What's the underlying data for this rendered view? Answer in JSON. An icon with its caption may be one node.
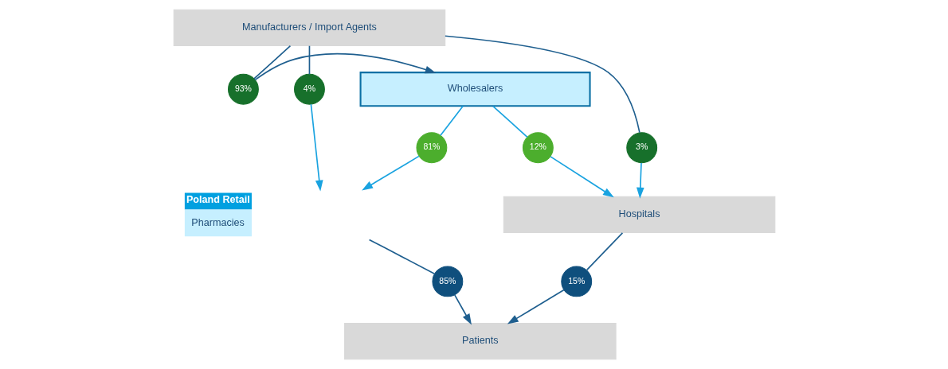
{
  "diagram": {
    "nodes": [
      {
        "text": [
          "Manufacturers / Import Agents"
        ]
      },
      {
        "text": [
          "Wholesalers"
        ]
      },
      {
        "text": [
          "93%"
        ]
      },
      {
        "text": [
          "4%"
        ]
      },
      {
        "text": [
          "3%"
        ]
      },
      {
        "text": [
          "81%"
        ]
      },
      {
        "text": [
          "12%"
        ]
      },
      {
        "text": [
          "Poland Retail",
          "Pharmacies"
        ]
      },
      {
        "text": [
          "Hospitals"
        ]
      },
      {
        "text": [
          "85%"
        ]
      },
      {
        "text": [
          "15%"
        ]
      },
      {
        "text": [
          "Patients"
        ]
      }
    ],
    "edges": [
      {
        "from": 0,
        "to": 2,
        "arrow": "none"
      },
      {
        "from": 2,
        "to": 1,
        "arrow": "to"
      },
      {
        "from": 0,
        "to": 3,
        "arrow": "none"
      },
      {
        "from": 3,
        "to": 7,
        "arrow": "to",
        "color": "#1aa3e0"
      },
      {
        "from": 0,
        "to": 4,
        "arrow": "none"
      },
      {
        "from": 4,
        "to": 8,
        "arrow": "to",
        "color": "#1aa3e0"
      },
      {
        "from": 1,
        "to": 5,
        "arrow": "none",
        "color": "#1aa3e0"
      },
      {
        "from": 5,
        "to": 7,
        "arrow": "to",
        "color": "#1aa3e0"
      },
      {
        "from": 1,
        "to": 6,
        "arrow": "none",
        "color": "#1aa3e0"
      },
      {
        "from": 6,
        "to": 8,
        "arrow": "to",
        "color": "#1aa3e0"
      },
      {
        "from": 7,
        "to": 9,
        "arrow": "none"
      },
      {
        "from": 9,
        "to": 11,
        "arrow": "to"
      },
      {
        "from": 8,
        "to": 10,
        "arrow": "none"
      },
      {
        "from": 10,
        "to": 11,
        "arrow": "to"
      }
    ]
  }
}
